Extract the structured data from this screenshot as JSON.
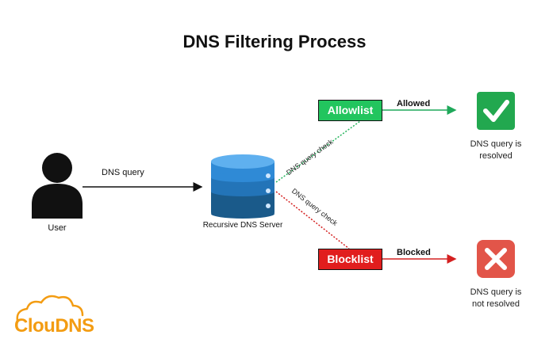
{
  "title": "DNS Filtering Process",
  "user": {
    "label": "User"
  },
  "query_label": "DNS query",
  "server": {
    "label": "Recursive DNS Server"
  },
  "check_label_top": "DNS query check",
  "check_label_bottom": "DNS query check",
  "allowlist": {
    "label": "Allowlist",
    "action": "Allowed",
    "result_line1": "DNS query is",
    "result_line2": "resolved",
    "color": "#22c55e"
  },
  "blocklist": {
    "label": "Blocklist",
    "action": "Blocked",
    "result_line1": "DNS query is",
    "result_line2": "not resolved",
    "color": "#e11d1d"
  },
  "logo": {
    "text": "ClouDNS",
    "color": "#f39c12"
  }
}
